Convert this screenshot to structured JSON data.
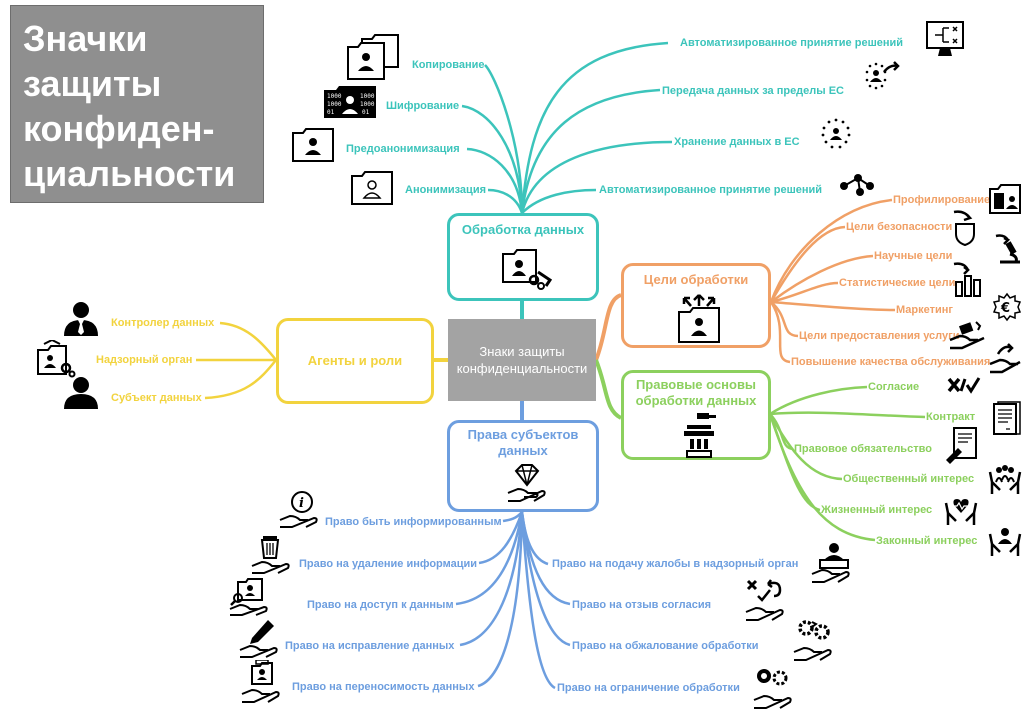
{
  "title": "Значки\nзащиты\nконфиден-\nциальности",
  "center": "Знаки защиты конфиденциальности",
  "colors": {
    "teal": "#3cc4bb",
    "orange": "#f0a066",
    "green": "#8cd05e",
    "yellow": "#f2d33e",
    "blue": "#6d9edf",
    "gray": "#a3a3a3"
  },
  "branches": {
    "processing": {
      "label": "Обработка данных",
      "icon": "folder-person-gears-icon",
      "items": [
        {
          "label": "Копирование",
          "icon": "copy-folder-icon"
        },
        {
          "label": "Шифрование",
          "icon": "encrypted-folder-icon"
        },
        {
          "label": "Предоанонимизация",
          "icon": "pseudonymized-folder-icon"
        },
        {
          "label": "Анонимизация",
          "icon": "anonymized-folder-icon"
        },
        {
          "label": "Автоматизированное принятие решений",
          "icon": "monitor-decision-icon"
        },
        {
          "label": "Передача данных за пределы ЕС",
          "icon": "eu-transfer-icon"
        },
        {
          "label": "Хранение данных в ЕС",
          "icon": "eu-storage-icon"
        },
        {
          "label": "Автоматизированное принятие решений",
          "icon": "network-decision-icon"
        }
      ]
    },
    "purposes": {
      "label": "Цели обработки",
      "icon": "folder-arrows-icon",
      "items": [
        {
          "label": "Профилирование",
          "icon": "profiling-icon"
        },
        {
          "label": "Цели безопасности",
          "icon": "shield-icon"
        },
        {
          "label": "Научные цели",
          "icon": "microscope-icon"
        },
        {
          "label": "Статистические цели",
          "icon": "bar-chart-icon"
        },
        {
          "label": "Маркетинг",
          "icon": "euro-icon"
        },
        {
          "label": "Цели предоставления услуги",
          "icon": "service-hand-icon"
        },
        {
          "label": "Повышение качества обслуживания",
          "icon": "improvement-hand-icon"
        }
      ]
    },
    "legal": {
      "label": "Правовые основы обработки данных",
      "icon": "gavel-icon",
      "items": [
        {
          "label": "Согласие",
          "icon": "cross-check-icon"
        },
        {
          "label": "Контракт",
          "icon": "contract-icon"
        },
        {
          "label": "Правовое обязательство",
          "icon": "signed-document-icon"
        },
        {
          "label": "Общественный интерес",
          "icon": "public-interest-icon"
        },
        {
          "label": "Жизненный интерес",
          "icon": "vital-interest-icon"
        },
        {
          "label": "Законный интерес",
          "icon": "legitimate-interest-icon"
        }
      ]
    },
    "agents": {
      "label": "Агенты и роли",
      "items": [
        {
          "label": "Контролер данных",
          "icon": "controller-person-icon"
        },
        {
          "label": "Надзорный орган",
          "icon": "authority-icon"
        },
        {
          "label": "Субъект данных",
          "icon": "subject-person-icon"
        }
      ]
    },
    "rights": {
      "label": "Права субъектов данных",
      "icon": "diamond-hand-icon",
      "left_items": [
        {
          "label": "Право быть информированным",
          "icon": "info-hand-icon"
        },
        {
          "label": "Право на удаление информации",
          "icon": "trash-hand-icon"
        },
        {
          "label": "Право на доступ к данным",
          "icon": "access-hand-icon"
        },
        {
          "label": "Право на исправление данных",
          "icon": "pen-hand-icon"
        },
        {
          "label": "Право на переносимость данных",
          "icon": "portability-hand-icon"
        }
      ],
      "right_items": [
        {
          "label": "Право на подачу жалобы в надзорный орган",
          "icon": "complaint-hand-icon"
        },
        {
          "label": "Право на отзыв согласия",
          "icon": "withdraw-hand-icon"
        },
        {
          "label": "Право на обжалование обработки",
          "icon": "object-hand-icon"
        },
        {
          "label": "Право на ограничение обработки",
          "icon": "restrict-hand-icon"
        }
      ]
    }
  }
}
